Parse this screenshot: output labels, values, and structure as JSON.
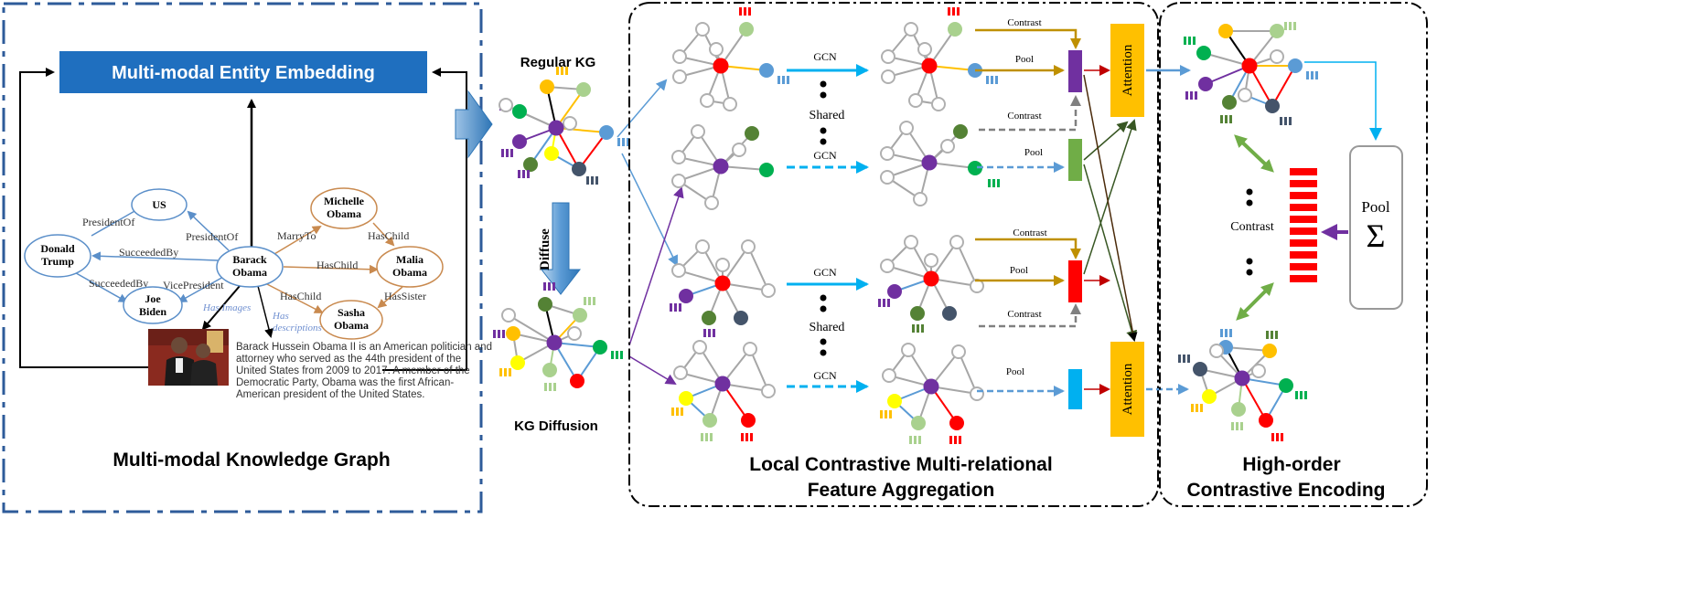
{
  "colors": {
    "entity_blue": "#1f6fbf",
    "attention": "#ffc000",
    "purple": "#7030a0",
    "red": "#ff0000",
    "green": "#70ad47",
    "cyan": "#00b0f0",
    "gold": "#bf9000",
    "gray": "#808080"
  },
  "left_panel": {
    "embedding_box": "Multi-modal Entity Embedding",
    "title": "Multi-modal Knowledge Graph",
    "kg": {
      "nodes": {
        "us": "US",
        "trump": "Donald\nTrump",
        "obama": "Barack\nObama",
        "biden": "Joe\nBiden",
        "michelle": "Michelle\nObama",
        "malia": "Malia\nObama",
        "sasha": "Sasha\nObama"
      },
      "edges": {
        "president_of_trump": "PresidentOf",
        "president_of_obama": "PresidentOf",
        "succeeded_by_1": "SucceededBy",
        "succeeded_by_2": "SucceededBy",
        "vice_president": "VicePresident",
        "marry_to": "MarryTo",
        "has_child_1": "HasChild",
        "has_child_2": "HasChild",
        "has_child_3": "HasChild",
        "has_sister": "HasSister",
        "has_images": "Has Images",
        "has_descriptions": "Has\ndescriptions"
      },
      "description": "Barack Hussein Obama II is an American politician and\nattorney who served as the 44th president of the\nUnited States from 2009 to 2017. A member of the\nDemocratic Party, Obama was the first African-\nAmerican president of the United States."
    }
  },
  "middle": {
    "regular_kg": "Regular KG",
    "diffuse": "Diffuse",
    "kg_diffusion": "KG Diffusion"
  },
  "local_panel": {
    "title_line1": "Local Contrastive Multi-relational",
    "title_line2": "Feature Aggregation",
    "gcn": "GCN",
    "shared": "Shared",
    "contrast": "Contrast",
    "pool": "Pool",
    "attention": "Attention"
  },
  "high_panel": {
    "title_line1": "High-order",
    "title_line2": "Contrastive Encoding",
    "contrast": "Contrast",
    "pool": "Pool",
    "sigma": "Σ"
  }
}
